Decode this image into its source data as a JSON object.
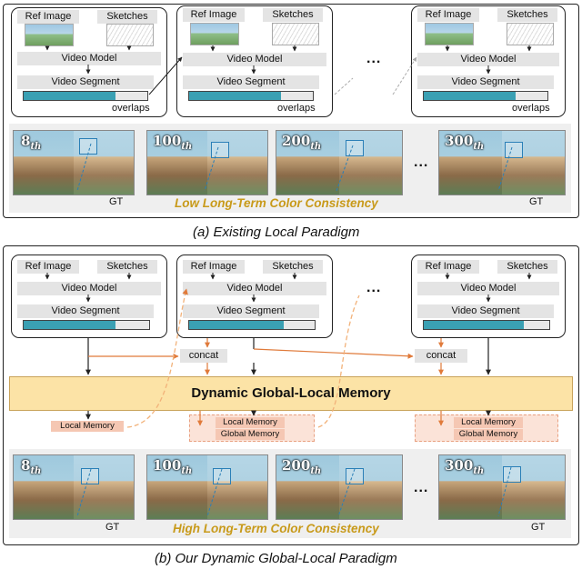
{
  "colors": {
    "accent_teal": "#3aa0b3",
    "memory_fill": "#fce3a6",
    "memory_chip": "#f5c7b3",
    "arrow_orange": "#e07a3a",
    "consistency_text": "#c89a1a"
  },
  "stage": {
    "ref_image": "Ref Image",
    "sketches": "Sketches",
    "video_model": "Video Model",
    "video_segment": "Video Segment",
    "overlaps": "overlaps"
  },
  "ellipsis": "...",
  "top": {
    "frames": [
      {
        "base": "8",
        "sub": "th"
      },
      {
        "base": "100",
        "sub": "th"
      },
      {
        "base": "200",
        "sub": "th"
      },
      {
        "base": "300",
        "sub": "th"
      }
    ],
    "gt_label": "GT",
    "consistency": "Low Long-Term Color Consistency",
    "caption": "(a) Existing Local  Paradigm"
  },
  "bottom": {
    "concat": "concat",
    "memory": "Dynamic Global-Local Memory",
    "local_memory": "Local Memory",
    "global_memory": "Global Memory",
    "frames": [
      {
        "base": "8",
        "sub": "th"
      },
      {
        "base": "100",
        "sub": "th"
      },
      {
        "base": "200",
        "sub": "th"
      },
      {
        "base": "300",
        "sub": "th"
      }
    ],
    "gt_label": "GT",
    "consistency": "High Long-Term Color Consistency",
    "caption": "(b) Our Dynamic Global-Local Paradigm"
  }
}
